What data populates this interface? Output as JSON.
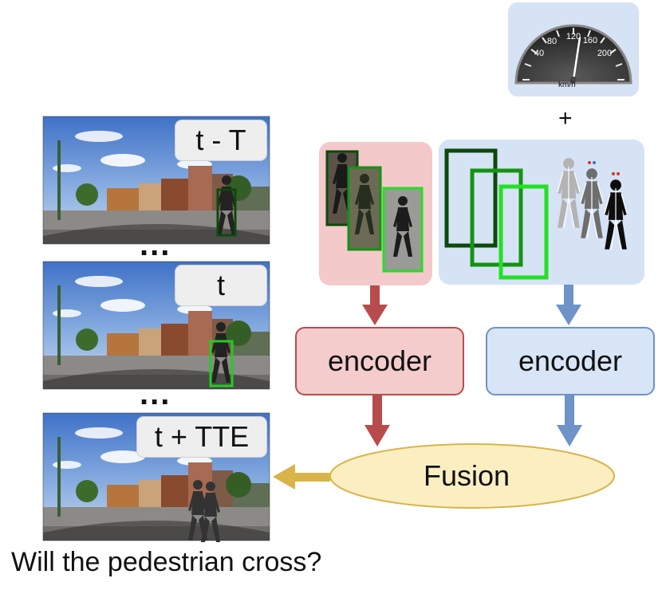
{
  "frames": [
    {
      "label": "t - T"
    },
    {
      "label": "t"
    },
    {
      "label": "t + TTE"
    }
  ],
  "ellipsis": "...",
  "speedometer": {
    "tick_labels": [
      "40",
      "80",
      "120",
      "160",
      "200"
    ],
    "unit": "km/h"
  },
  "plus_sign": "+",
  "encoders": {
    "left_label": "encoder",
    "right_label": "encoder"
  },
  "fusion_label": "Fusion",
  "question": "Will the pedestrian cross?",
  "colors": {
    "red_panel": "#f4c9c9",
    "red_arrow": "#b84c4c",
    "blue_panel": "#d6e3f5",
    "blue_arrow": "#6d93c7",
    "fusion_fill": "#fbefc2",
    "fusion_arrow": "#d9b44a",
    "box_dark_green": "#0b4a0b",
    "box_mid_green": "#149314",
    "box_bright_green": "#22e022"
  }
}
